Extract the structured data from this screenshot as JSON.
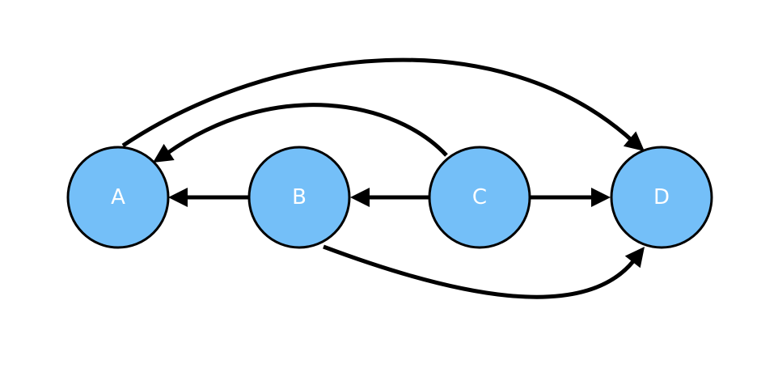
{
  "colors": {
    "node_fill": "#74bff8",
    "node_stroke": "#000000",
    "edge": "#000000",
    "label": "#ffffff"
  },
  "nodes": [
    {
      "id": "A",
      "label": "A"
    },
    {
      "id": "B",
      "label": "B"
    },
    {
      "id": "C",
      "label": "C"
    },
    {
      "id": "D",
      "label": "D"
    }
  ],
  "edges": [
    {
      "from": "B",
      "to": "A"
    },
    {
      "from": "C",
      "to": "B"
    },
    {
      "from": "C",
      "to": "D"
    },
    {
      "from": "C",
      "to": "A"
    },
    {
      "from": "A",
      "to": "D"
    },
    {
      "from": "B",
      "to": "D"
    }
  ]
}
